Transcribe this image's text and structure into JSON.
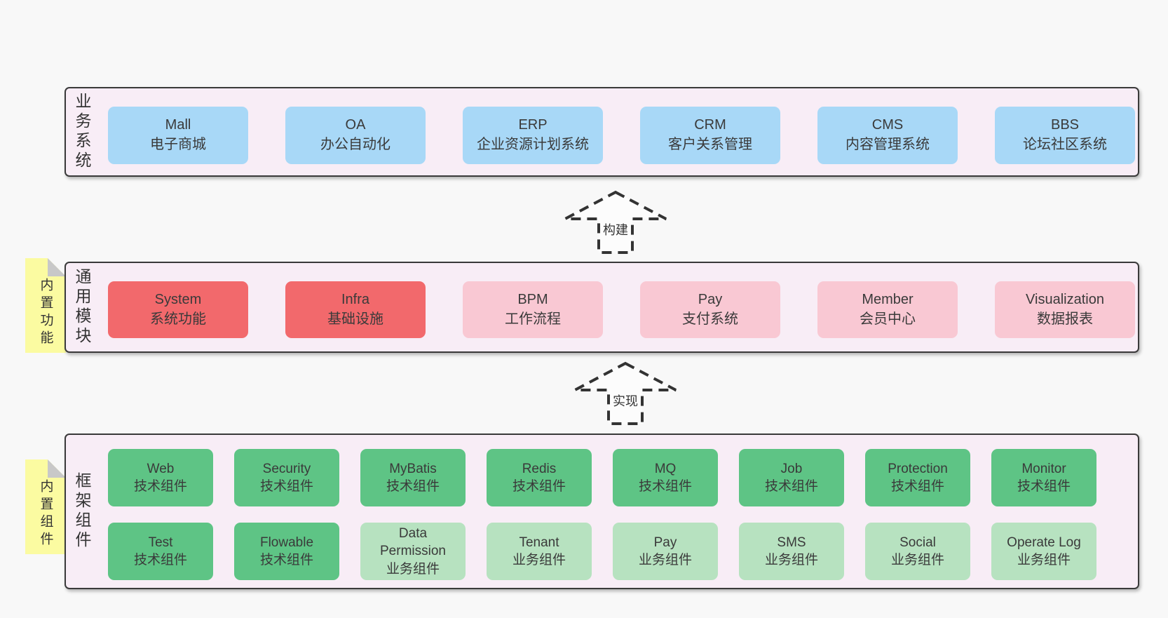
{
  "diagram": {
    "colors": {
      "blue": "#a8d8f7",
      "red": "#f2696c",
      "pink": "#f9c8d3",
      "green": "#5ec485",
      "lightgreen": "#b7e2c0",
      "sticky_yellow": "#fbfba1",
      "band_background": "#f8edf6",
      "text": "#3a3a3a"
    },
    "arrows": [
      {
        "label": "构建"
      },
      {
        "label": "实现"
      }
    ],
    "bands": [
      {
        "label": "业务系统",
        "sticky": null,
        "rows": [
          [
            {
              "name": "Mall",
              "desc": "电子商城",
              "variant": "blue"
            },
            {
              "name": "OA",
              "desc": "办公自动化",
              "variant": "blue"
            },
            {
              "name": "ERP",
              "desc": "企业资源计划系统",
              "variant": "blue"
            },
            {
              "name": "CRM",
              "desc": "客户关系管理",
              "variant": "blue"
            },
            {
              "name": "CMS",
              "desc": "内容管理系统",
              "variant": "blue"
            },
            {
              "name": "BBS",
              "desc": "论坛社区系统",
              "variant": "blue"
            }
          ]
        ]
      },
      {
        "label": "通用模块",
        "sticky": "内置功能",
        "rows": [
          [
            {
              "name": "System",
              "desc": "系统功能",
              "variant": "red"
            },
            {
              "name": "Infra",
              "desc": "基础设施",
              "variant": "red"
            },
            {
              "name": "BPM",
              "desc": "工作流程",
              "variant": "pink"
            },
            {
              "name": "Pay",
              "desc": "支付系统",
              "variant": "pink"
            },
            {
              "name": "Member",
              "desc": "会员中心",
              "variant": "pink"
            },
            {
              "name": "Visualization",
              "desc": "数据报表",
              "variant": "pink"
            }
          ]
        ]
      },
      {
        "label": "框架组件",
        "sticky": "内置组件",
        "rows": [
          [
            {
              "name": "Web",
              "desc": "技术组件",
              "variant": "green"
            },
            {
              "name": "Security",
              "desc": "技术组件",
              "variant": "green"
            },
            {
              "name": "MyBatis",
              "desc": "技术组件",
              "variant": "green"
            },
            {
              "name": "Redis",
              "desc": "技术组件",
              "variant": "green"
            },
            {
              "name": "MQ",
              "desc": "技术组件",
              "variant": "green"
            },
            {
              "name": "Job",
              "desc": "技术组件",
              "variant": "green"
            },
            {
              "name": "Protection",
              "desc": "技术组件",
              "variant": "green"
            },
            {
              "name": "Monitor",
              "desc": "技术组件",
              "variant": "green"
            }
          ],
          [
            {
              "name": "Test",
              "desc": "技术组件",
              "variant": "green"
            },
            {
              "name": "Flowable",
              "desc": "技术组件",
              "variant": "green"
            },
            {
              "name": "Data Permission",
              "desc": "业务组件",
              "variant": "lightgreen"
            },
            {
              "name": "Tenant",
              "desc": "业务组件",
              "variant": "lightgreen"
            },
            {
              "name": "Pay",
              "desc": "业务组件",
              "variant": "lightgreen"
            },
            {
              "name": "SMS",
              "desc": "业务组件",
              "variant": "lightgreen"
            },
            {
              "name": "Social",
              "desc": "业务组件",
              "variant": "lightgreen"
            },
            {
              "name": "Operate Log",
              "desc": "业务组件",
              "variant": "lightgreen"
            }
          ]
        ]
      }
    ]
  }
}
